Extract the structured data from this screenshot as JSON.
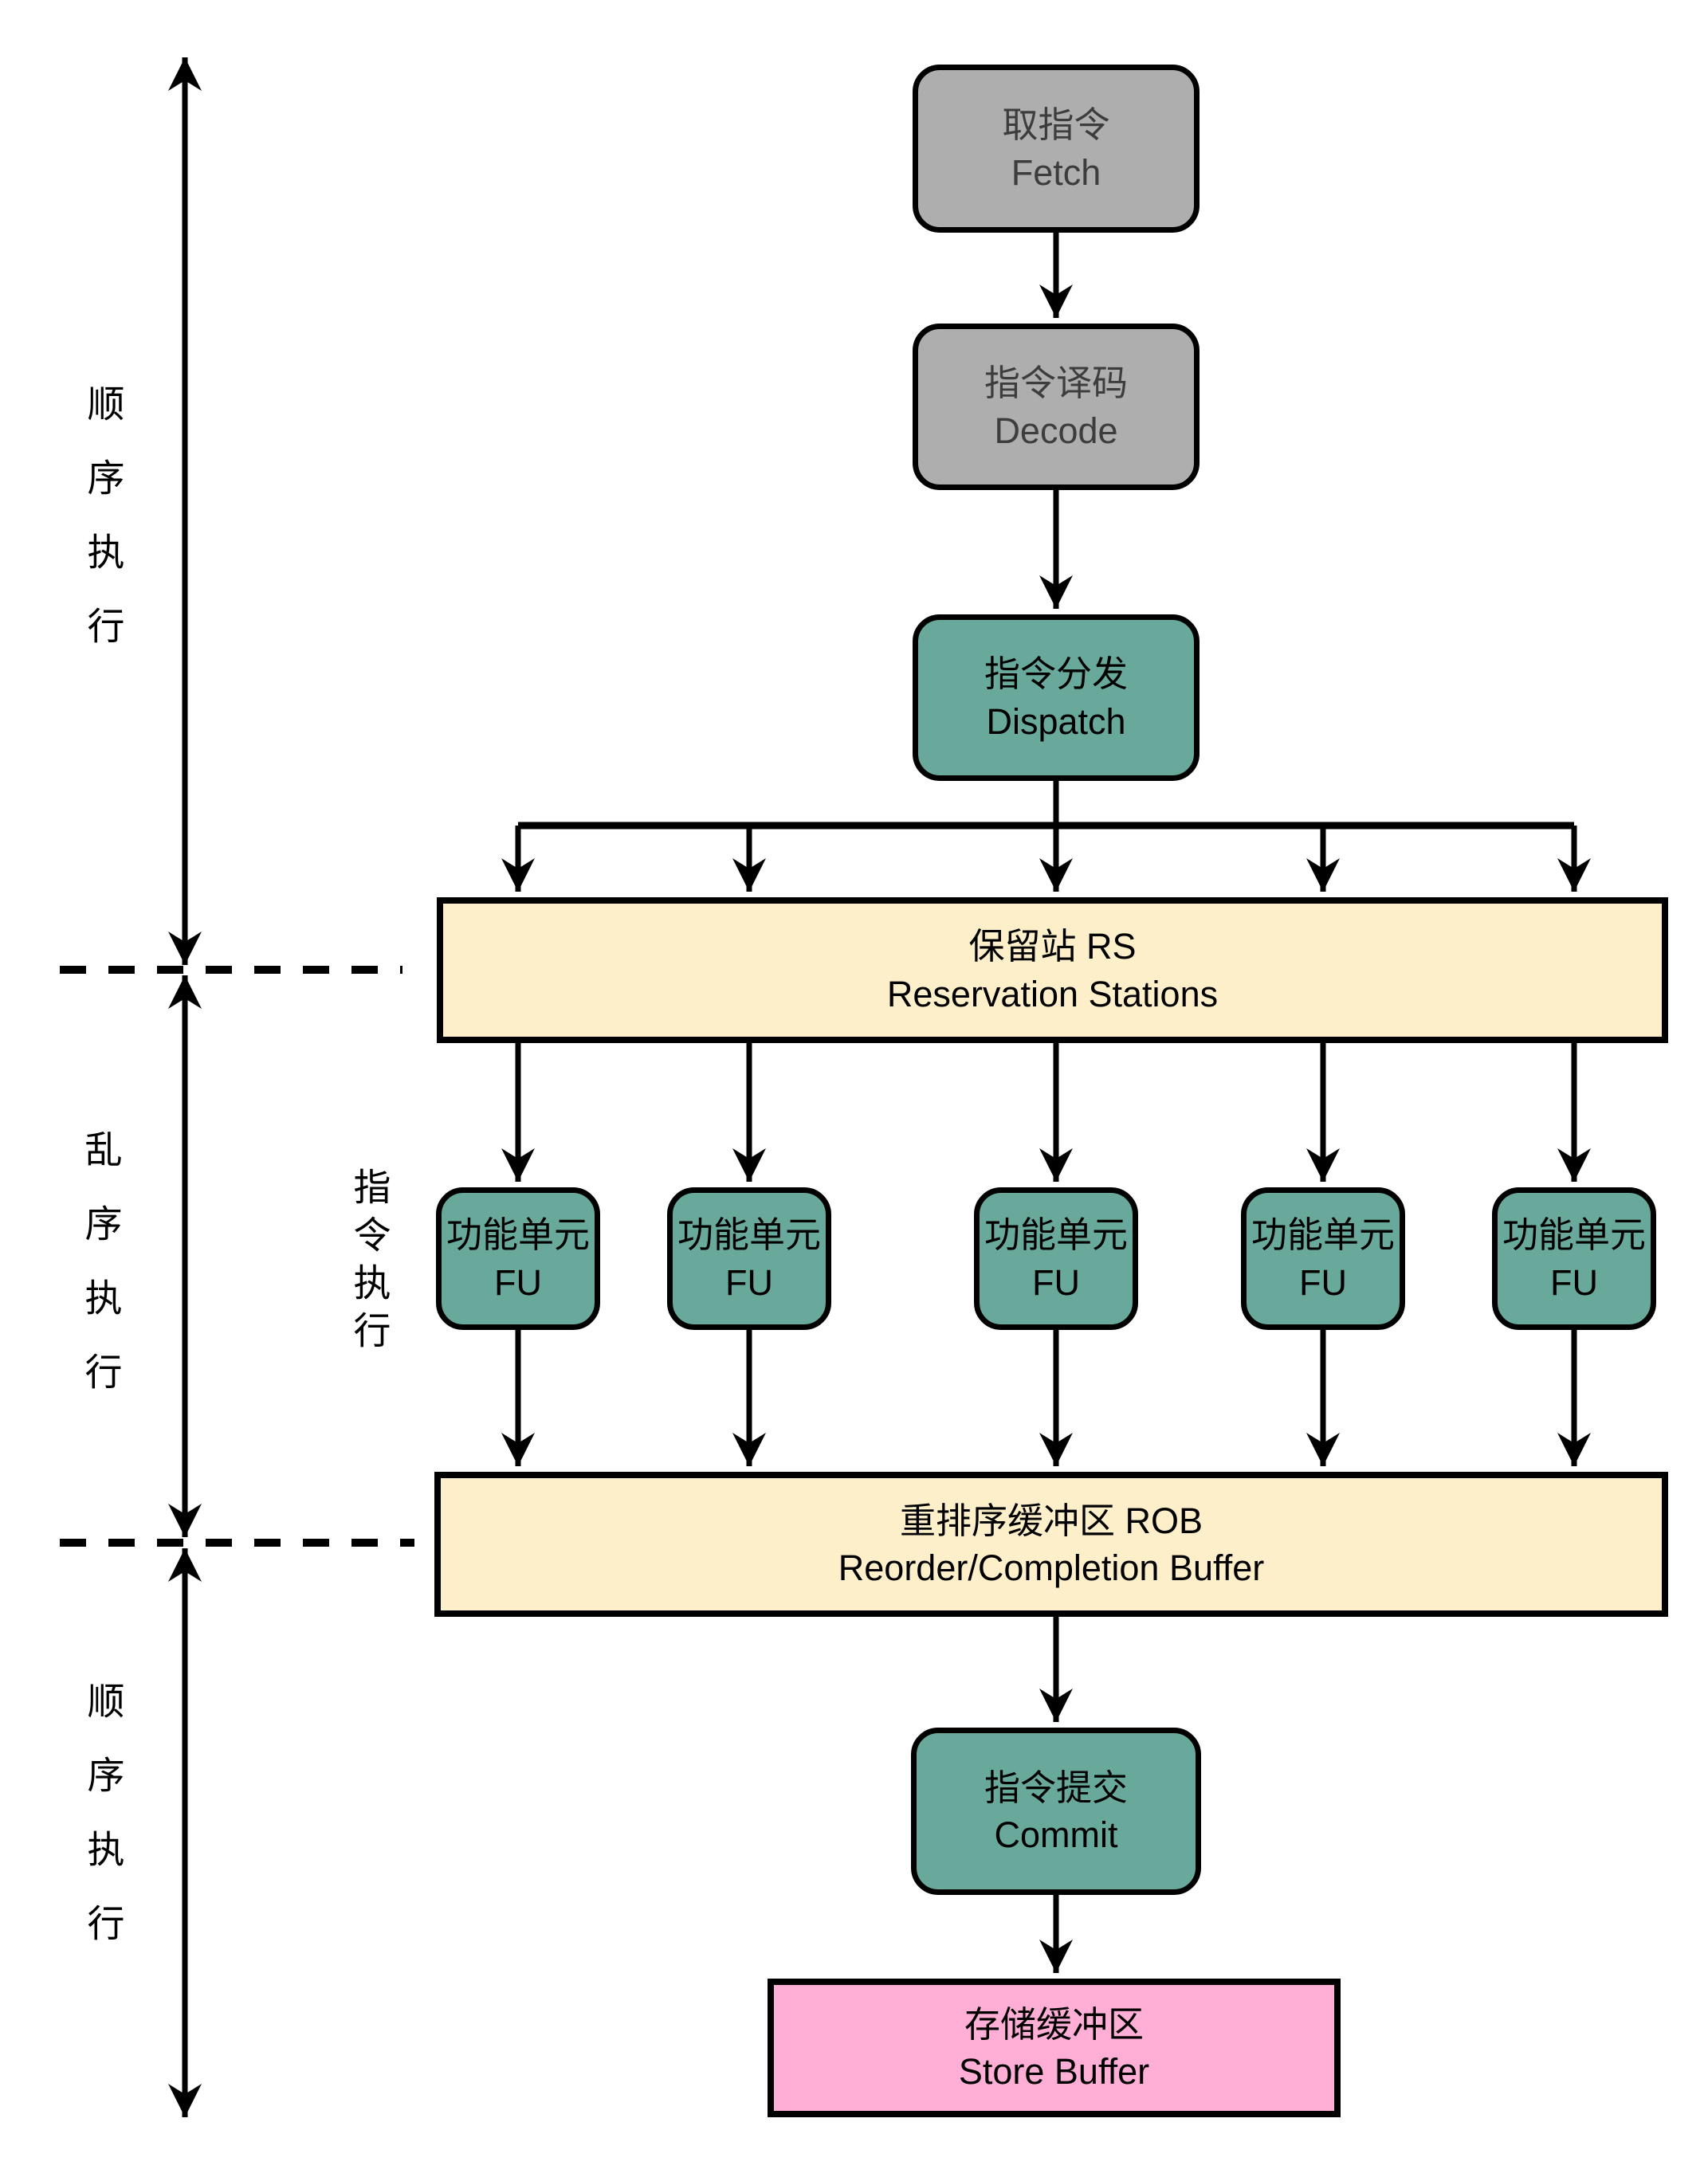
{
  "nodes": {
    "fetch": {
      "zh": "取指令",
      "en": "Fetch"
    },
    "decode": {
      "zh": "指令译码",
      "en": "Decode"
    },
    "dispatch": {
      "zh": "指令分发",
      "en": "Dispatch"
    },
    "reservation_stations": {
      "zh": "保留站 RS",
      "en": "Reservation Stations"
    },
    "functional_unit": {
      "zh": "功能单元",
      "en": "FU"
    },
    "reorder_buffer": {
      "zh": "重排序缓冲区 ROB",
      "en": "Reorder/Completion Buffer"
    },
    "commit": {
      "zh": "指令提交",
      "en": "Commit"
    },
    "store_buffer": {
      "zh": "存储缓冲区",
      "en": "Store Buffer"
    }
  },
  "side_labels": {
    "in_order_top": "顺序执行",
    "out_of_order": "乱序执行",
    "in_order_bottom": "顺序执行"
  },
  "annotations": {
    "fu_row": "指令执行"
  },
  "structure": {
    "fu_count": 5
  },
  "colors": {
    "background": "#ffffff",
    "stage_gray": "#AEAEAE",
    "stage_teal": "#68A99B",
    "buffer_cream": "#FCEFCA",
    "buffer_pink": "#FFAFD6",
    "line_black": "#000000",
    "gray_text": "#3D3D3D"
  }
}
